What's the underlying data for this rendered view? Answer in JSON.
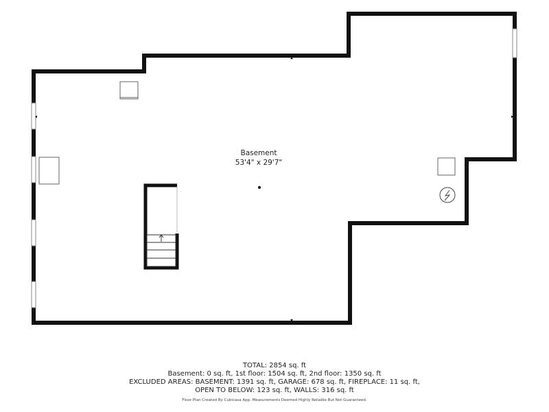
{
  "room": {
    "name": "Basement",
    "dimensions": "53'4\" x 29'7\""
  },
  "summary": {
    "total": "TOTAL: 2854 sq. ft",
    "line1": "Basement: 0 sq. ft, 1st floor: 1504 sq. ft, 2nd floor: 1350 sq. ft",
    "line2": "EXCLUDED AREAS: BASEMENT: 1391 sq. ft, GARAGE: 678 sq. ft, FIREPLACE: 11 sq. ft,",
    "line3": "OPEN TO BELOW: 123 sq. ft, WALLS: 316 sq. ft"
  },
  "credit": "Floor Plan Created By Cubicasa App. Measurements Deemed Highly Reliable But Not Guaranteed.",
  "colors": {
    "wall": "#111111",
    "window": "#888888",
    "fixture": "#666666"
  }
}
